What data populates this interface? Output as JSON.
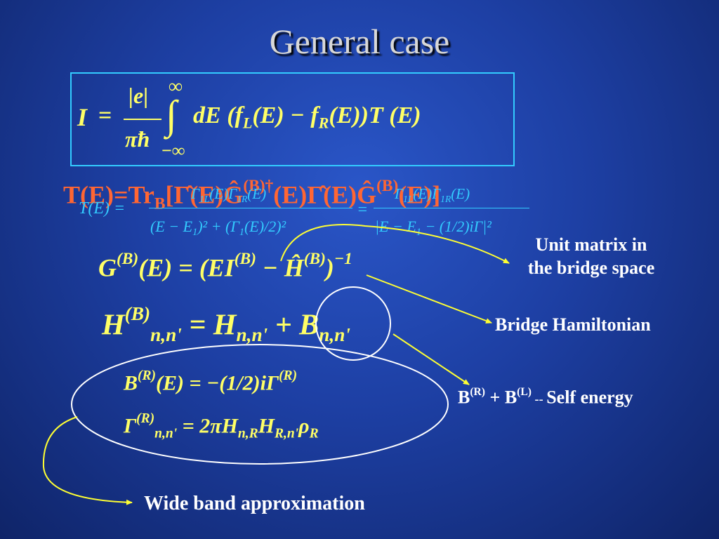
{
  "slide": {
    "title": "General case"
  },
  "equations": {
    "current": {
      "lhs": "I",
      "eq": "=",
      "numerator": "|e|",
      "denominator": "πħ",
      "upper_limit": "∞",
      "lower_limit": "−∞",
      "integral": "∫",
      "body_dE": "dE",
      "body_f": "(f",
      "body_L": "L",
      "body_mid": "(E) − f",
      "body_R": "R",
      "body_end": "(E))T (E)"
    },
    "transmission_trace": {
      "lhs": "T(E)=Tr",
      "sub_b": "B",
      "body": "[Γ̂(E)Ĝ",
      "sup": "(B)†",
      "body2": "(E)Γ̂(E)Ĝ",
      "sup2": "(B)",
      "body3": "(E)]"
    },
    "transmission_single": {
      "lhs": "T(E) =",
      "numerator1": "Γ",
      "numerator1_sub": "1L",
      "numerator1_b": "(E)Γ",
      "numerator1_sub2": "1R",
      "numerator1_c": "(E)",
      "denominator1": "(E − E",
      "denominator1_sub": "1",
      "denominator1_b": ")² + (Γ",
      "denominator1_sub2": "1",
      "denominator1_c": "(E)/2)²",
      "eq2": "=",
      "numerator2": "Γ",
      "numerator2_sub": "1L",
      "numerator2_b": "(E)Γ",
      "numerator2_sub2": "1R",
      "numerator2_c": "(E)",
      "denominator2": "|E − E",
      "denominator2_sub": "1",
      "denominator2_b": " − (1/2)iΓ|²"
    },
    "green": {
      "lhs": "G",
      "lhs_sup": "(B)",
      "lhs_rest": "(E) = (EI",
      "mid_sup": "(B)",
      "mid": " − Ĥ",
      "end_sup": "(B)",
      "end": ")",
      "power": "−1"
    },
    "hamiltonian": {
      "lhs": "H",
      "lhs_sup": "(B)",
      "lhs_sub": "n,n'",
      "mid": " = H",
      "mid_sub": "n,n'",
      "plus": " + B",
      "plus_sub": "n,n'"
    },
    "self_energy": {
      "lhs": "B",
      "lhs_sup": "(R)",
      "rest": "(E) = −(1/2)iΓ",
      "rest_sup": "(R)"
    },
    "gamma": {
      "lhs": "Γ",
      "lhs_sup": "(R)",
      "lhs_sub": "n,n'",
      "rest": " = 2πH",
      "rest_sub": "n,R",
      "rest2": "H",
      "rest2_sub": "R,n'",
      "rest3": "ρ",
      "rest3_sub": "R"
    }
  },
  "annotations": {
    "unit_matrix": "Unit matrix in\nthe bridge space",
    "unit_matrix_line1": "Unit matrix in",
    "unit_matrix_line2": "the bridge space",
    "bridge_hamiltonian": "Bridge Hamiltonian",
    "self_energy_b1": "B",
    "self_energy_b1_sup": "(R)",
    "self_energy_plus": " + B",
    "self_energy_b2_sup": "(L)",
    "self_energy_dash": " -- ",
    "self_energy_label": "Self energy",
    "wide_band": "Wide band approximation"
  },
  "colors": {
    "background": "#1d3fa3",
    "title": "#d8d8d8",
    "equation": "#ffff66",
    "transmission": "#ff6633",
    "transmission_alt": "#33ccff",
    "box": "#33ccff",
    "annotation": "#ffffff",
    "arrow": "#ffff33"
  }
}
